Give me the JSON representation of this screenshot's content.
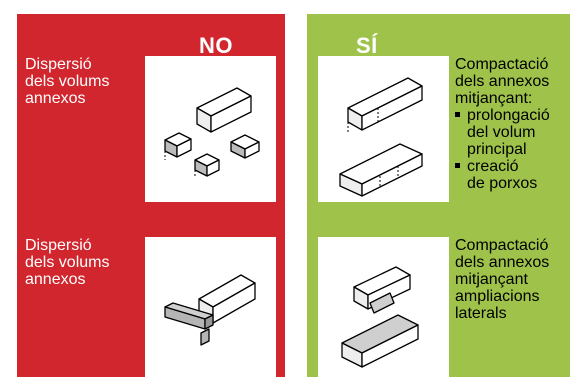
{
  "no_panel": {
    "title": "NO",
    "color": "#d1262e",
    "row1_label": "Dispersió\ndels volums\nannexos",
    "row2_label": "Dispersió\ndels volums\nannexos"
  },
  "si_panel": {
    "title": "SÍ",
    "color": "#9fc34a",
    "row1_label": "Compactació\ndels annexos\nmitjançant:",
    "row1_items": [
      "prolongació\ndel volum\nprincipal",
      "creació\nde porxos"
    ],
    "row2_label": "Compactació\ndels annexos\nmitjançant\nampliacions\nlaterals"
  }
}
